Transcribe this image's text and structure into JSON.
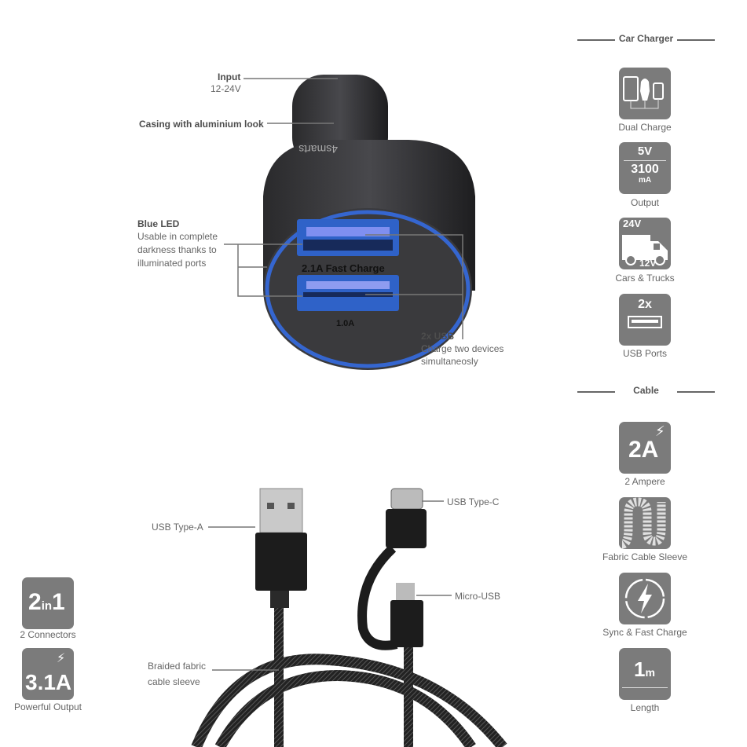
{
  "charger_labels": {
    "input_title": "Input",
    "input_desc": "12-24V",
    "casing": "Casing with aluminium look",
    "led_title": "Blue LED",
    "led_desc": [
      "Usable in complete",
      "darkness thanks to",
      "illuminated ports"
    ],
    "usb_title": "2x USB",
    "usb_desc": [
      "Charge two devices",
      "simultaneosly"
    ],
    "port1_print": "2.1A Fast Charge",
    "port2_print": "1.0A",
    "brand_print": "4smarts"
  },
  "cable_labels": {
    "type_a": "USB Type-A",
    "type_c": "USB Type-C",
    "micro": "Micro-USB",
    "braided": [
      "Braided fabric",
      "cable sleeve"
    ]
  },
  "left_features": [
    {
      "icon": "two-in-one-icon",
      "big": "2",
      "small": "in",
      "big2": "1",
      "label": "2 Connectors"
    },
    {
      "icon": "power-output-icon",
      "big": "3.1A",
      "label": "Powerful Output"
    }
  ],
  "sections": {
    "car_charger": "Car Charger",
    "cable": "Cable"
  },
  "car_features": [
    {
      "icon": "dual-charge-icon",
      "label": "Dual Charge"
    },
    {
      "icon": "output-icon",
      "top": "5V",
      "value": "3100",
      "unit": "mA",
      "label": "Output"
    },
    {
      "icon": "truck-icon",
      "top": "24V",
      "bottom": "12V",
      "label": "Cars & Trucks"
    },
    {
      "icon": "usb-port-icon",
      "top": "2x",
      "label": "USB Ports"
    }
  ],
  "cable_features": [
    {
      "icon": "ampere-icon",
      "value": "2A",
      "label": "2 Ampere"
    },
    {
      "icon": "fabric-sleeve-icon",
      "label": "Fabric Cable Sleeve"
    },
    {
      "icon": "sync-charge-icon",
      "label": "Sync & Fast Charge"
    },
    {
      "icon": "length-icon",
      "value": "1",
      "unit": "m",
      "label": "Length"
    }
  ],
  "colors": {
    "icon_bg": "#7b7b7b",
    "led_blue": "#2f62c8"
  }
}
